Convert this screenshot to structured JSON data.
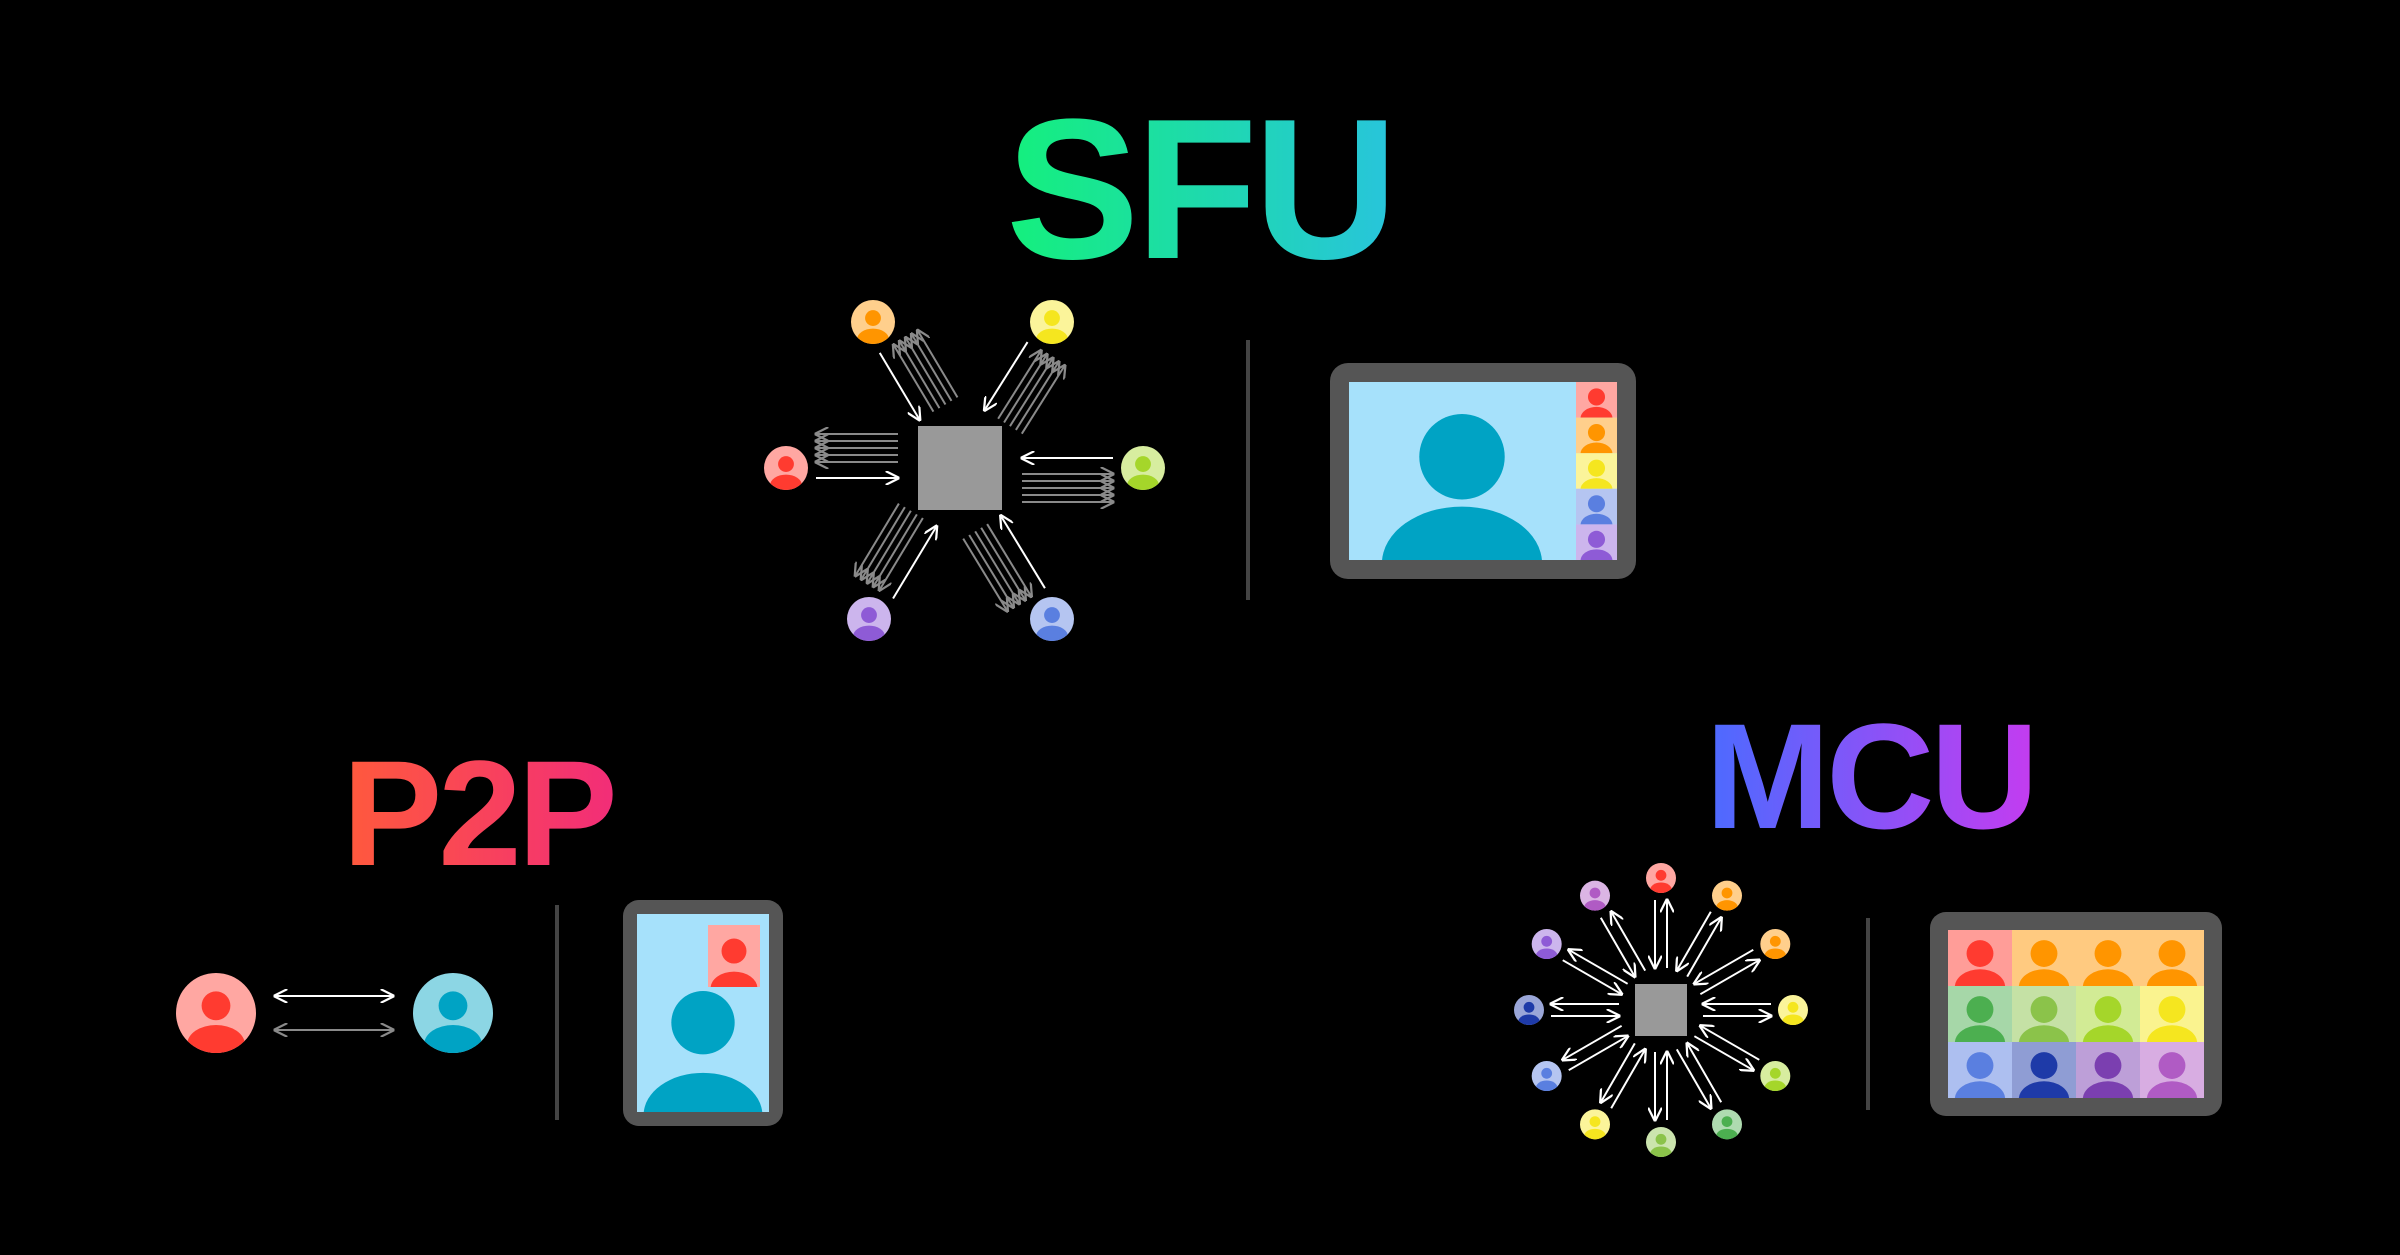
{
  "titles": {
    "sfu": "SFU",
    "p2p": "P2P",
    "mcu": "MCU"
  },
  "colors": {
    "background": "#000000",
    "server": "#999999",
    "device_frame": "#555555",
    "screen": "#a6e1fb",
    "presenter": "#00a3c4",
    "divider": "#444444",
    "sfu_gradient": [
      "#14f07c",
      "#28c4dc"
    ],
    "p2p_gradient": [
      "#ff5a3c",
      "#f22d78"
    ],
    "mcu_gradient": [
      "#4b6bff",
      "#c43cf0"
    ]
  },
  "participant_colors": {
    "red": "#ff3b30",
    "orange": "#ff9500",
    "yellow": "#f5e61f",
    "lime": "#a5d62a",
    "green": "#4caf50",
    "olive": "#8bc34a",
    "cyan": "#00a3c4",
    "blue": "#5a7fe0",
    "navy": "#1e3aa8",
    "purple": "#8e5bd6",
    "violet": "#7b3fb0",
    "magenta": "#b05bc4"
  },
  "icons": {
    "participant": "person-avatar-icon",
    "server": "media-server-icon",
    "arrow": "stream-arrow-icon"
  }
}
